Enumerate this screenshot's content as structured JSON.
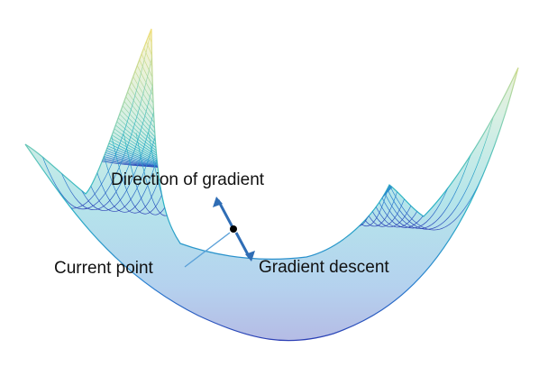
{
  "labels": {
    "direction_of_gradient": "Direction of gradient",
    "current_point": "Current point",
    "gradient_descent": "Gradient descent"
  },
  "colors": {
    "background": "#ffffff",
    "surface_low": "#2c3fb4",
    "surface_mid": "#2ab5c4",
    "surface_high": "#f2df7a",
    "arrow": "#2f6db5",
    "point": "#000000"
  },
  "surface": {
    "type": "paraboloid-mesh",
    "colormap": "parula"
  }
}
